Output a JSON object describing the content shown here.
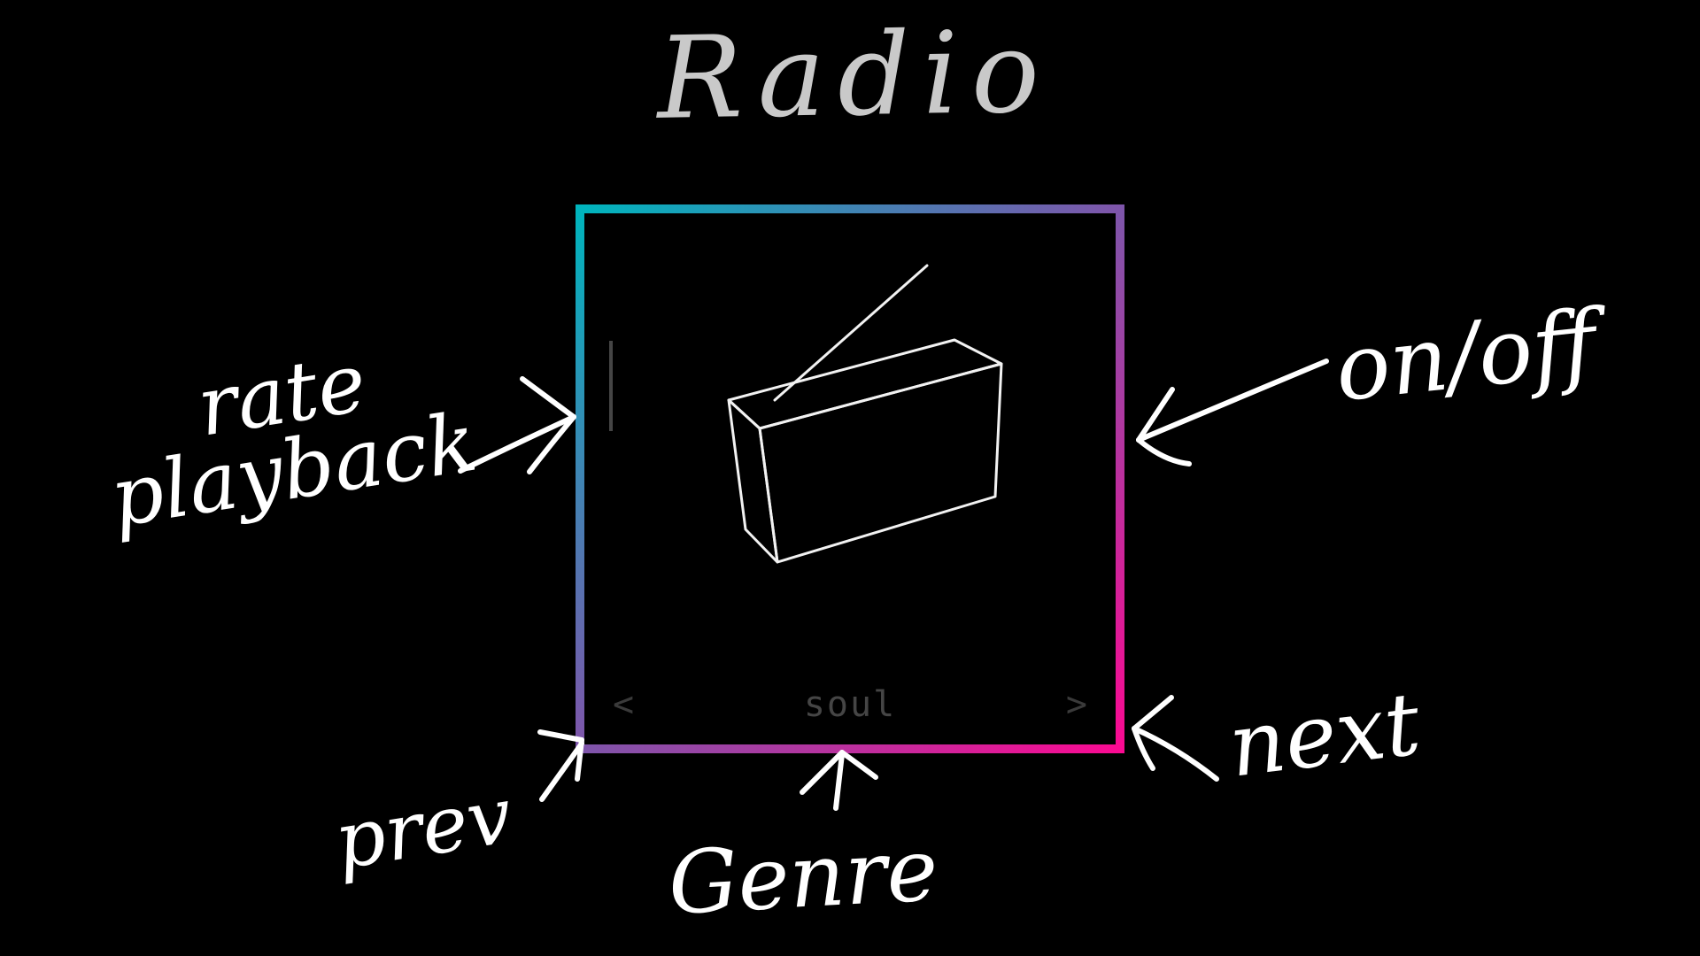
{
  "title": {
    "text": "Radio"
  },
  "card": {
    "genre": {
      "current": "soul",
      "prev_icon": "<",
      "next_icon": ">"
    }
  },
  "annotations": {
    "rate_playback_line1": "rate",
    "rate_playback_line2": "playback",
    "on_off": "on/off",
    "prev": "prev",
    "genre": "Genre",
    "next": "next"
  },
  "colors": {
    "border_gradient_start": "#00b4bd",
    "border_gradient_mid": "#7e55aa",
    "border_gradient_end": "#fa0a92",
    "annotation": "#ffffff",
    "title": "#c9c9c9",
    "muted": "#454545",
    "chev": "#3a3a3a",
    "sketch": "#f2f2f2"
  }
}
